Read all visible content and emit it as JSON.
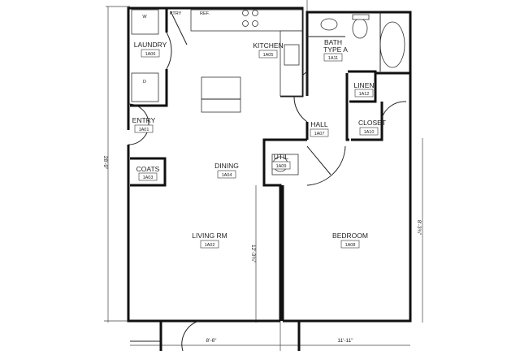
{
  "plan": {
    "rooms": {
      "laundry": {
        "name": "LAUNDRY",
        "code": "1A06"
      },
      "kitchen": {
        "name": "KITCHEN",
        "code": "1A05"
      },
      "bath": {
        "name_line1": "BATH",
        "name_line2": "TYPE  A",
        "code": "1A11"
      },
      "linen": {
        "name": "LINEN",
        "code": "1A12"
      },
      "hall": {
        "name": "HALL",
        "code": "1A07"
      },
      "closet": {
        "name": "CLOSET",
        "code": "1A10"
      },
      "entry": {
        "name": "ENTRY",
        "code": "1A01"
      },
      "coats": {
        "name": "COATS",
        "code": "1A03"
      },
      "dining": {
        "name": "DINING",
        "code": "1A04"
      },
      "util": {
        "name": "UTIL",
        "code": "1A09"
      },
      "living": {
        "name": "LIVING  RM",
        "code": "1A02"
      },
      "bedroom": {
        "name": "BEDROOM",
        "code": "1A08"
      }
    },
    "fixtures": {
      "pantry": "PTRY",
      "refrigerator": "REF.",
      "washer": "W",
      "dryer": "D"
    },
    "dimensions": {
      "overall_depth": "28'-9\"",
      "living_width_side": "12'-3¾\"",
      "bedroom_side": "8'-3¾\"",
      "bottom_left": "8'-6\"",
      "bottom_right": "11'-11\""
    }
  }
}
